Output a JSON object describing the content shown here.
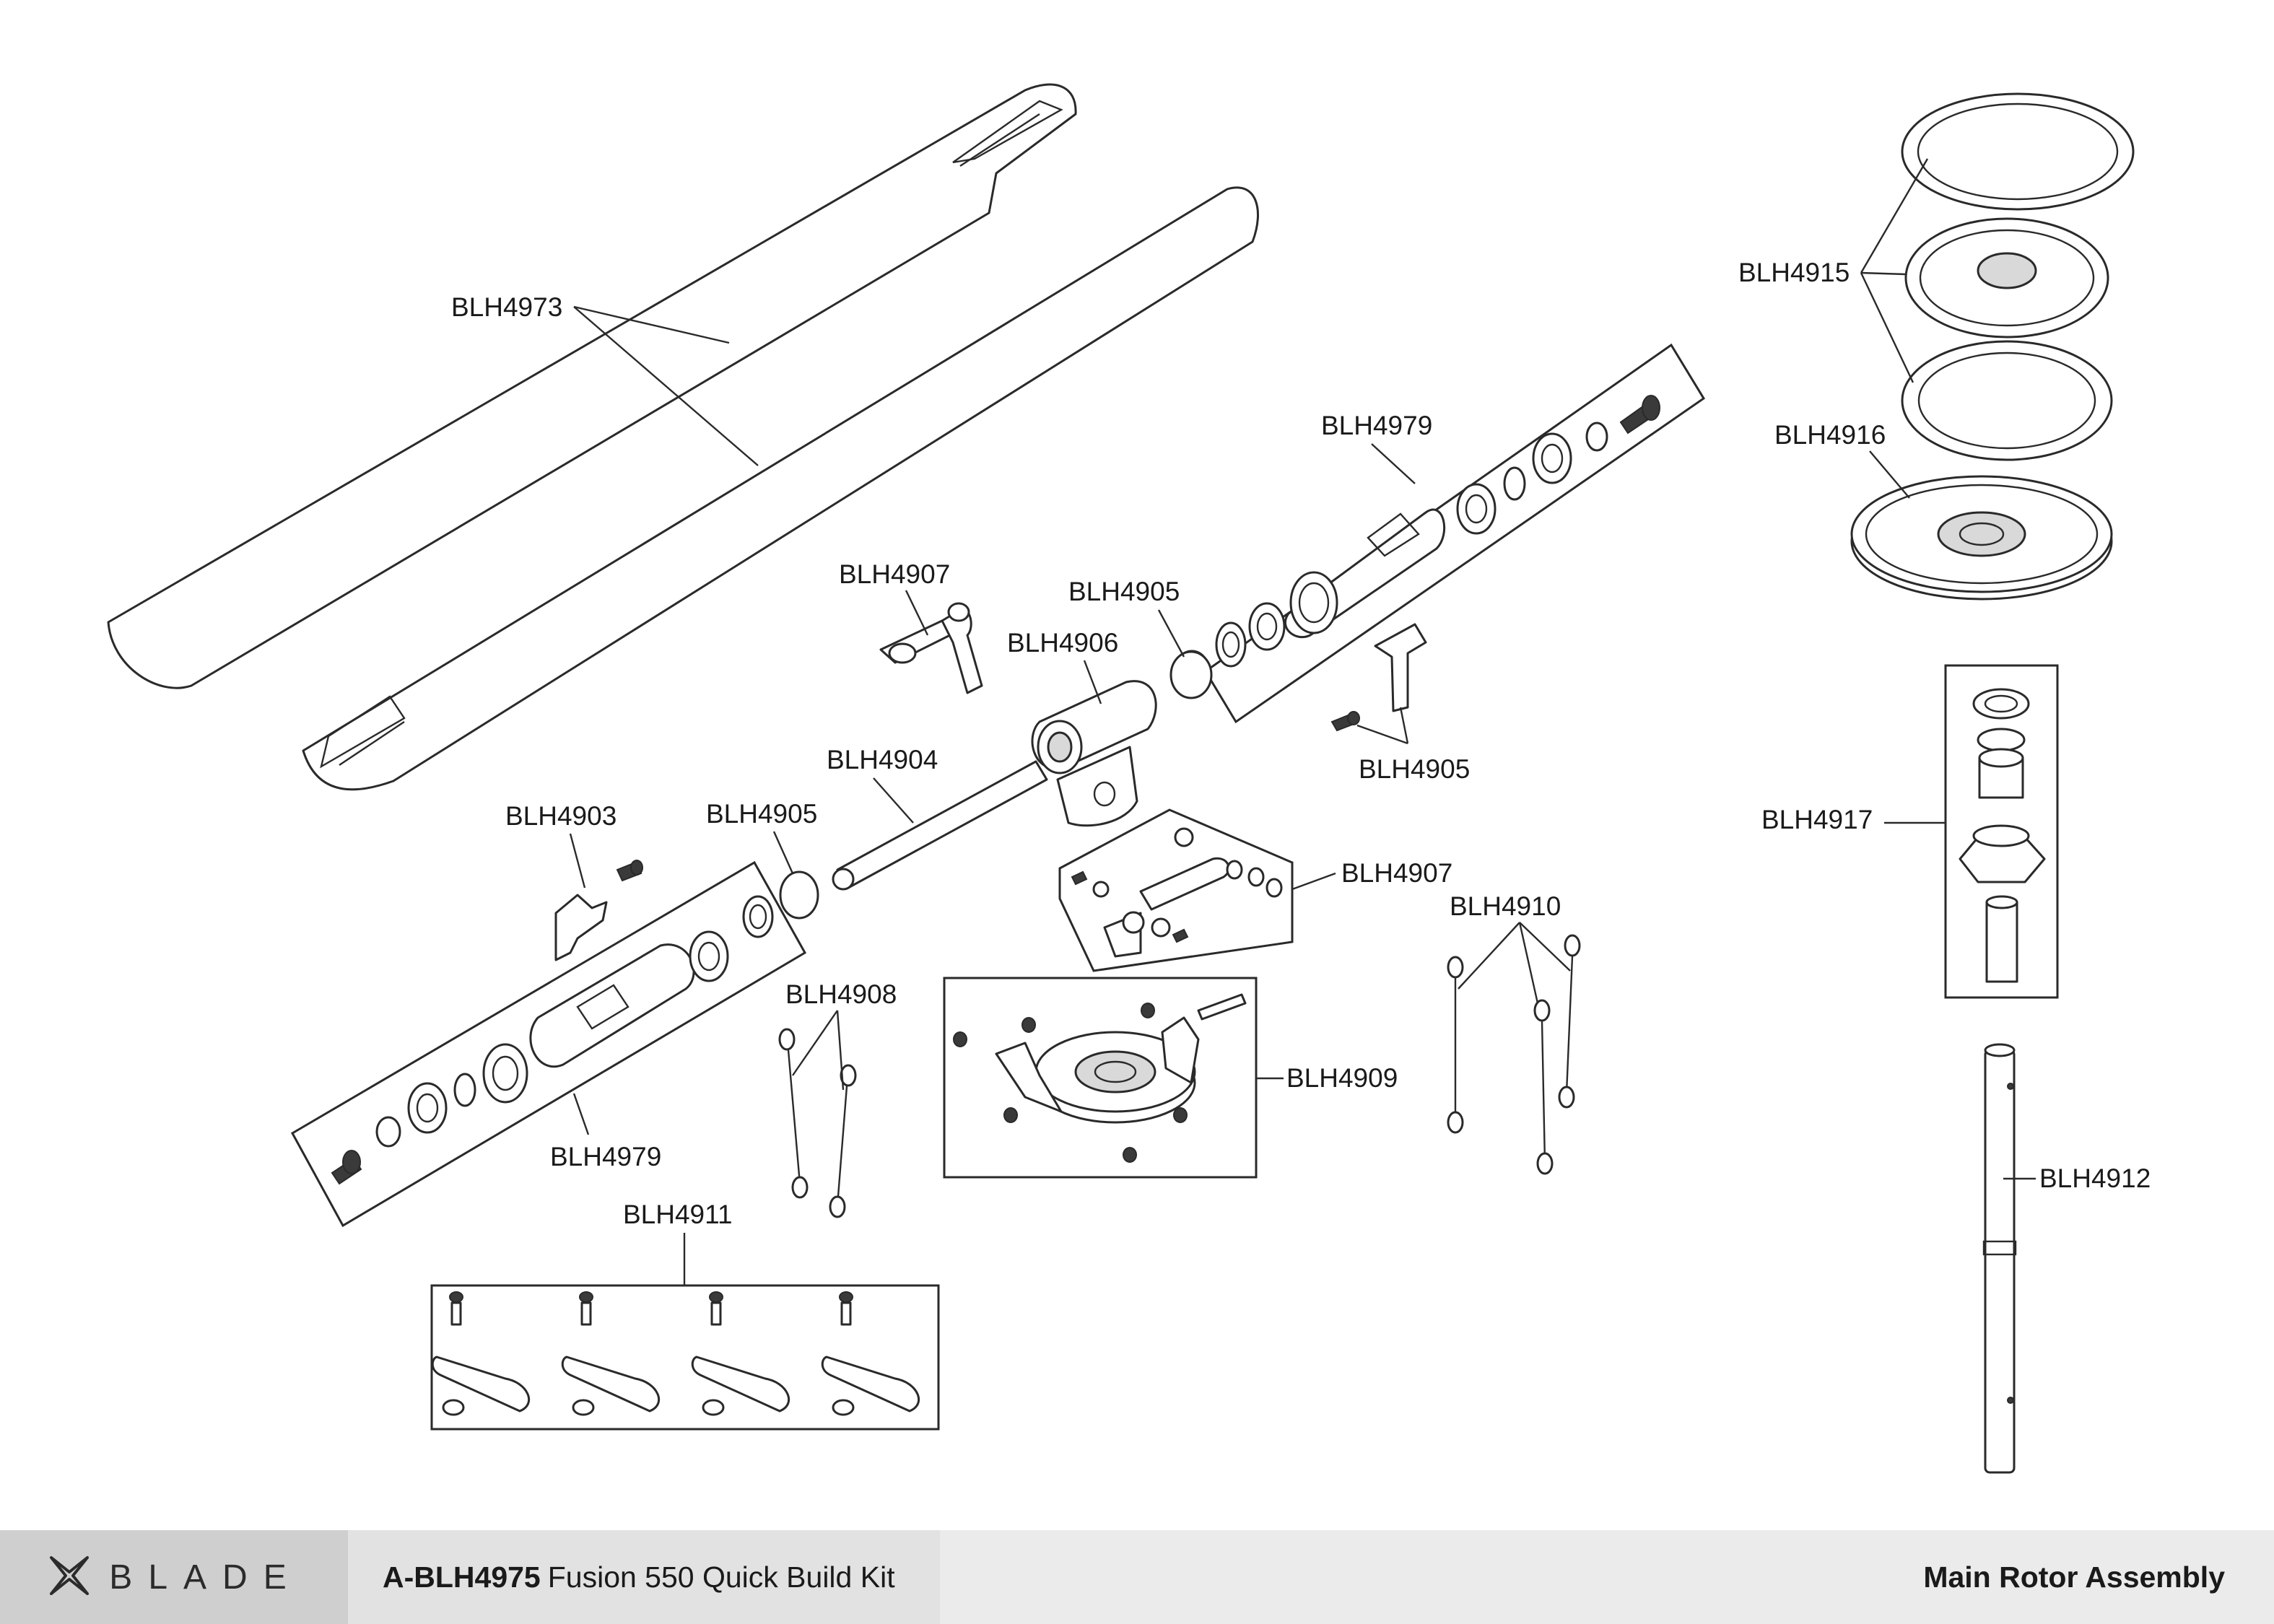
{
  "labels": {
    "blades": "BLH4973",
    "ring_gear_set": "BLH4915",
    "main_gear": "BLH4916",
    "upper_grip": "BLH4979",
    "lower_grip": "BLH4979",
    "radius_arm_top": "BLH4907",
    "spacer_top": "BLH4905",
    "hub": "BLH4906",
    "arm_bracket": "BLH4905",
    "spindle": "BLH4904",
    "arm_left": "BLH4903",
    "spacer_left": "BLH4905",
    "washout": "BLH4907",
    "one_way": "BLH4917",
    "pushrods_upper": "BLH4910",
    "pushrods_lower": "BLH4908",
    "swashplate": "BLH4909",
    "main_shaft": "BLH4912",
    "servo_arms": "BLH4911"
  },
  "footer": {
    "brand": "BLADE",
    "kit_code": "A-BLH4975",
    "kit_name": "Fusion 550 Quick Build Kit",
    "section": "Main Rotor Assembly"
  },
  "colors": {
    "footer_logo_bg": "#cfcfcf",
    "footer_title_bg": "#e2e2e2",
    "footer_section_bg": "#ebebeb",
    "line": "#2a2a2a"
  },
  "icons": {
    "brand_logo": "blade-logo-icon"
  }
}
